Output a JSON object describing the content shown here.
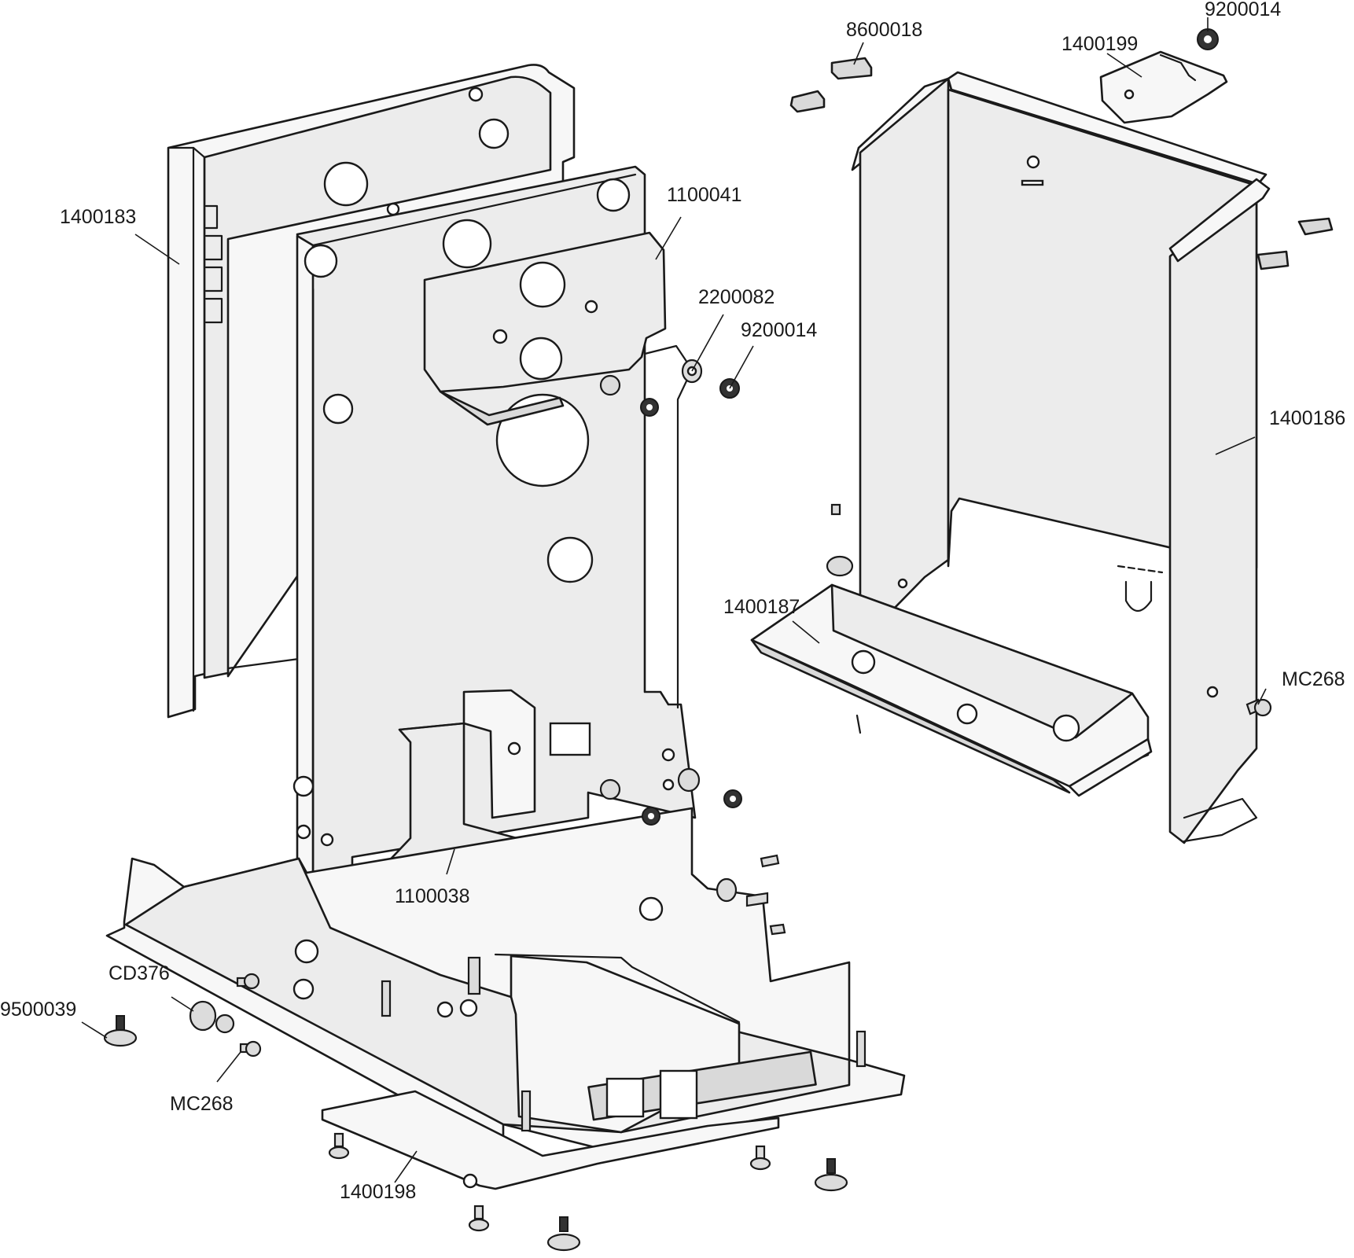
{
  "labels": {
    "housing_left": "1400183",
    "bracket_upper": "1100041",
    "spacer": "2200082",
    "nut_mid": "9200014",
    "pad_top": "8600018",
    "bracket_top": "1400199",
    "nut_top": "9200014",
    "housing_right": "1400186",
    "tray": "1400187",
    "screw_right": "MC268",
    "bracket_lower": "1100038",
    "cap_screw": "CD376",
    "foot_screw": "9500039",
    "screw_left": "MC268",
    "base_plate": "1400198"
  }
}
